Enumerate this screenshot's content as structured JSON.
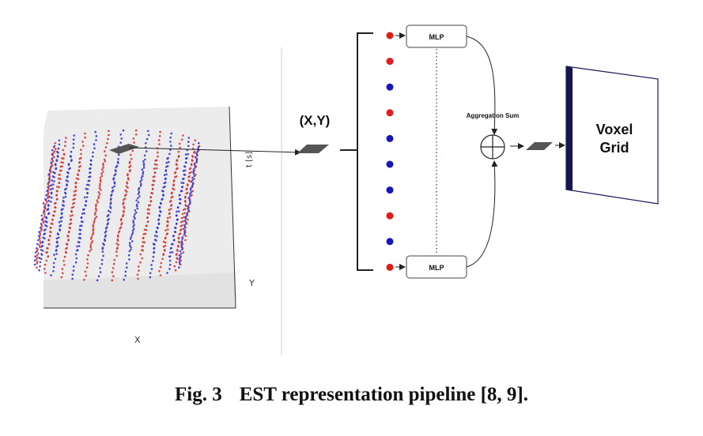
{
  "plot": {
    "x_axis_label": "X",
    "y_axis_label": "Y",
    "t_axis_label": "t [s]",
    "dot_colors": [
      "#d42a2a",
      "#2a2ad4"
    ]
  },
  "coordinate_label": "(X,Y)",
  "event_dots": [
    "red",
    "red",
    "blue",
    "red",
    "blue",
    "blue",
    "blue",
    "red",
    "blue",
    "red"
  ],
  "mlp_top_label": "MLP",
  "mlp_bottom_label": "MLP",
  "aggregation_label": "Aggregation Sum",
  "voxel_grid_label": [
    "Voxel",
    "Grid"
  ],
  "colors": {
    "red": "#e21b1b",
    "blue": "#1717b5",
    "voxel_edge": "#15154f",
    "patch": "#555555"
  },
  "caption": {
    "number": "Fig. 3",
    "text": "EST representation pipeline [8, 9]."
  }
}
